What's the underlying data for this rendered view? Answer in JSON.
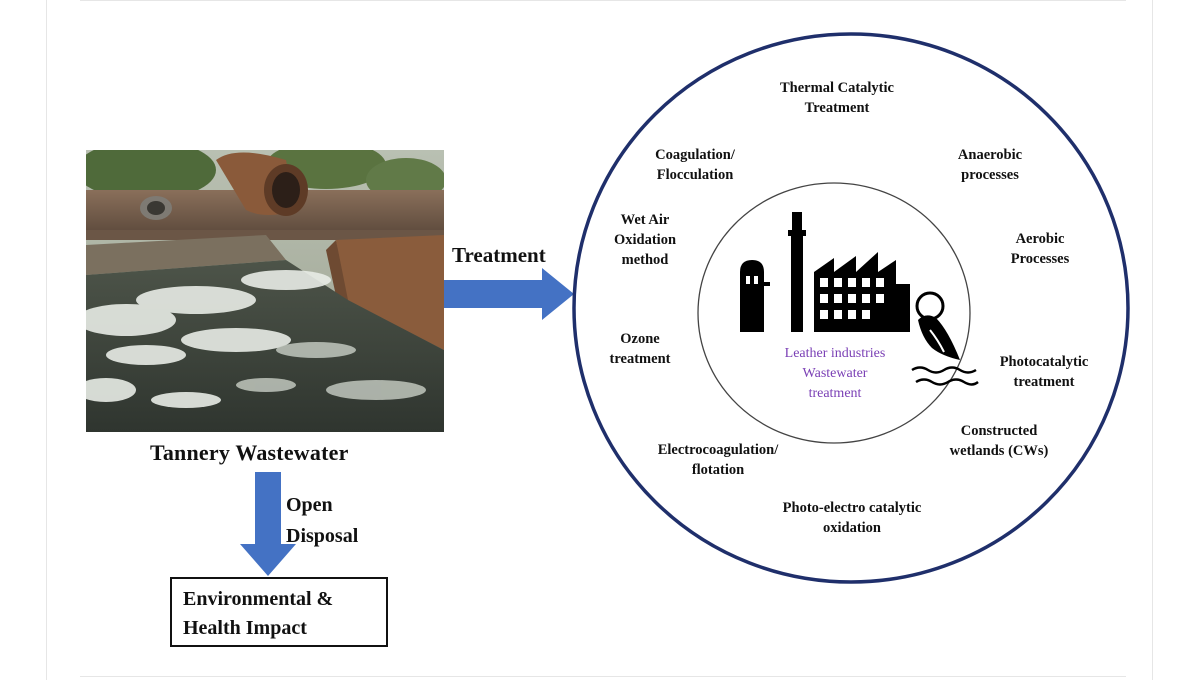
{
  "left": {
    "photo_caption": "Tannery Wastewater",
    "arrow_down_label_line1": "Open",
    "arrow_down_label_line2": "Disposal",
    "impact_line1": "Environmental &",
    "impact_line2": "Health Impact"
  },
  "treatment_arrow_label": "Treatment",
  "circle": {
    "center_line1": "Leather industries",
    "center_line2": "Wastewater",
    "center_line3": "treatment",
    "methods": [
      {
        "l1": "Thermal Catalytic",
        "l2": "Treatment"
      },
      {
        "l1": "Anaerobic",
        "l2": "processes"
      },
      {
        "l1": "Aerobic",
        "l2": "Processes"
      },
      {
        "l1": "Photocatalytic",
        "l2": "treatment"
      },
      {
        "l1": "Constructed",
        "l2": "wetlands (CWs)"
      },
      {
        "l1": "Photo-electro catalytic",
        "l2": "oxidation"
      },
      {
        "l1": "Electrocoagulation/",
        "l2": "flotation"
      },
      {
        "l1": "Ozone",
        "l2": "treatment"
      },
      {
        "l1": "Wet Air",
        "l2": "Oxidation",
        "l3": "method"
      },
      {
        "l1": "Coagulation/",
        "l2": "Flocculation"
      }
    ]
  },
  "colors": {
    "arrow_blue": "#4472c4",
    "circle_navy": "#1f2f6b",
    "center_purple": "#7a3fb5"
  },
  "icons": [
    "factory-icon",
    "outfall-pipe-icon",
    "water-waves-icon"
  ]
}
